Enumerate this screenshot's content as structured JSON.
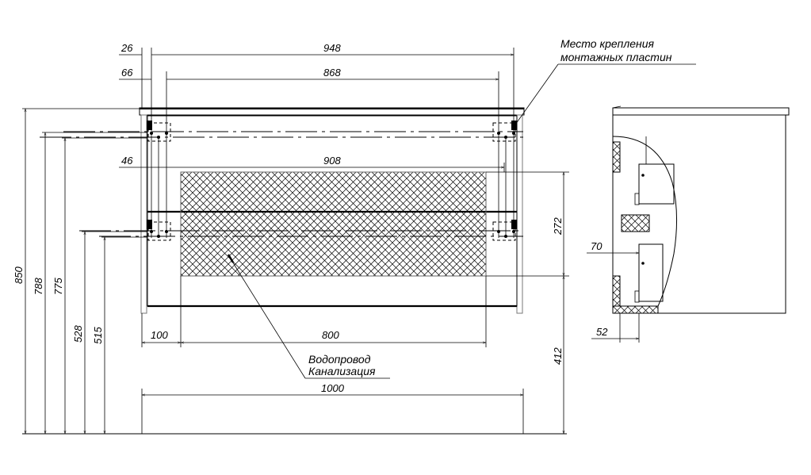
{
  "labels": {
    "mounting_plates_line1": "Место крепления",
    "mounting_plates_line2": "монтажных пластин",
    "plumbing_line1": "Водопровод",
    "plumbing_line2": "Канализация"
  },
  "dimensions": {
    "top_offset_26": "26",
    "top_width_948": "948",
    "plate_offset_66": "66",
    "plate_span_868": "868",
    "inner_offset_46": "46",
    "inner_span_908": "908",
    "zone_offset_100": "100",
    "zone_width_800": "800",
    "total_width_1000": "1000",
    "height_850": "850",
    "height_788": "788",
    "height_775": "775",
    "height_528": "528",
    "height_515": "515",
    "zone_height_272": "272",
    "zone_base_412": "412",
    "side_depth_70": "70",
    "side_depth_52": "52"
  },
  "colors": {
    "line": "#000000",
    "background": "#ffffff",
    "hatch": "#000000"
  }
}
